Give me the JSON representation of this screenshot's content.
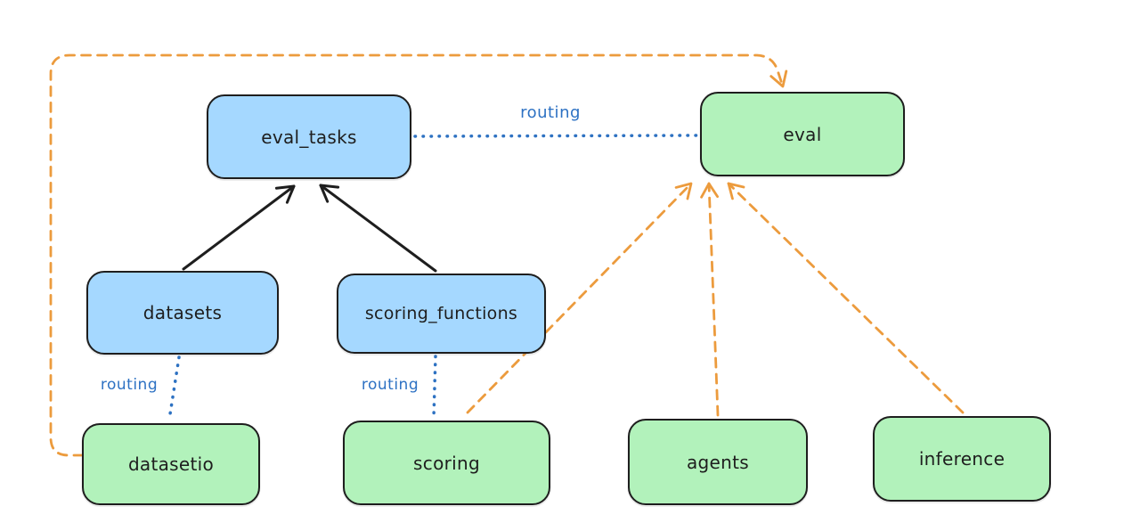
{
  "diagram": {
    "nodes": [
      {
        "id": "eval_tasks",
        "label": "eval_tasks",
        "fill": "blue"
      },
      {
        "id": "eval",
        "label": "eval",
        "fill": "green"
      },
      {
        "id": "datasets",
        "label": "datasets",
        "fill": "blue"
      },
      {
        "id": "scoring_functions",
        "label": "scoring_functions",
        "fill": "blue"
      },
      {
        "id": "datasetio",
        "label": "datasetio",
        "fill": "green"
      },
      {
        "id": "scoring",
        "label": "scoring",
        "fill": "green"
      },
      {
        "id": "agents",
        "label": "agents",
        "fill": "green"
      },
      {
        "id": "inference",
        "label": "inference",
        "fill": "green"
      }
    ],
    "edge_labels": {
      "routing_top": "routing",
      "routing_left": "routing",
      "routing_mid": "routing"
    },
    "edges": [
      {
        "from": "datasets",
        "to": "eval_tasks",
        "style": "solid-black-arrow"
      },
      {
        "from": "scoring_functions",
        "to": "eval_tasks",
        "style": "solid-black-arrow"
      },
      {
        "from": "eval_tasks",
        "to": "eval",
        "style": "dotted-blue",
        "label": "routing"
      },
      {
        "from": "datasets",
        "to": "datasetio",
        "style": "dotted-blue",
        "label": "routing"
      },
      {
        "from": "scoring_functions",
        "to": "scoring",
        "style": "dotted-blue",
        "label": "routing"
      },
      {
        "from": "datasetio",
        "to": "eval",
        "style": "dashed-orange-arrow",
        "route": "left-and-over-top"
      },
      {
        "from": "scoring",
        "to": "eval",
        "style": "dashed-orange-arrow"
      },
      {
        "from": "agents",
        "to": "eval",
        "style": "dashed-orange-arrow"
      },
      {
        "from": "inference",
        "to": "eval",
        "style": "dashed-orange-arrow"
      }
    ],
    "colors": {
      "background": "#ffffff",
      "blue_fill": "#a5d8ff",
      "green_fill": "#b2f2bb",
      "node_stroke": "#1e1e1e",
      "orange_edge": "#ec9b3d",
      "routing_blue": "#2d71c3"
    }
  }
}
